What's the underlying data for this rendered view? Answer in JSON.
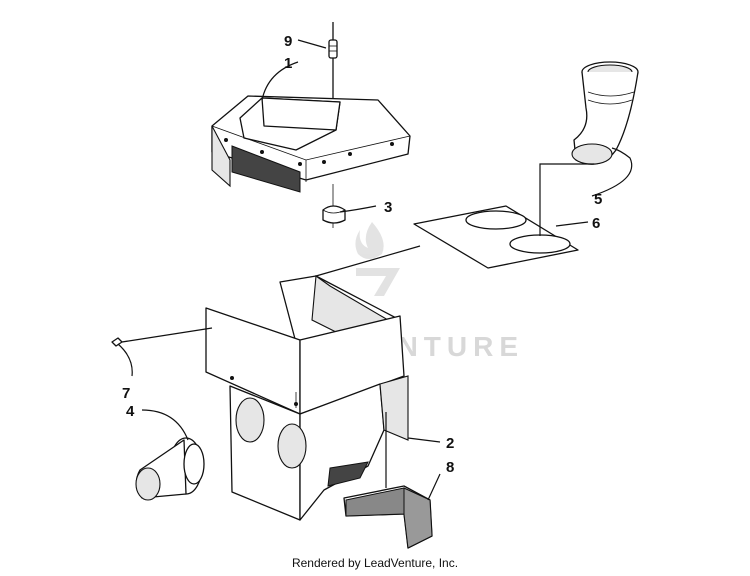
{
  "watermark": "LEADVENTURE",
  "footer": "Rendered by LeadVenture, Inc.",
  "callouts": {
    "p1": "1",
    "p2": "2",
    "p3": "3",
    "p4": "4",
    "p5": "5",
    "p6": "6",
    "p7": "7",
    "p8": "8",
    "p9": "9"
  },
  "parts": [
    {
      "callout": "1",
      "depicts": "lid"
    },
    {
      "callout": "2",
      "depicts": "box"
    },
    {
      "callout": "3",
      "depicts": "knob"
    },
    {
      "callout": "4",
      "depicts": "intake-boot"
    },
    {
      "callout": "5",
      "depicts": "elbow"
    },
    {
      "callout": "6",
      "depicts": "plate"
    },
    {
      "callout": "7",
      "depicts": "screw"
    },
    {
      "callout": "8",
      "depicts": "filter-screen"
    },
    {
      "callout": "9",
      "depicts": "stud"
    }
  ]
}
